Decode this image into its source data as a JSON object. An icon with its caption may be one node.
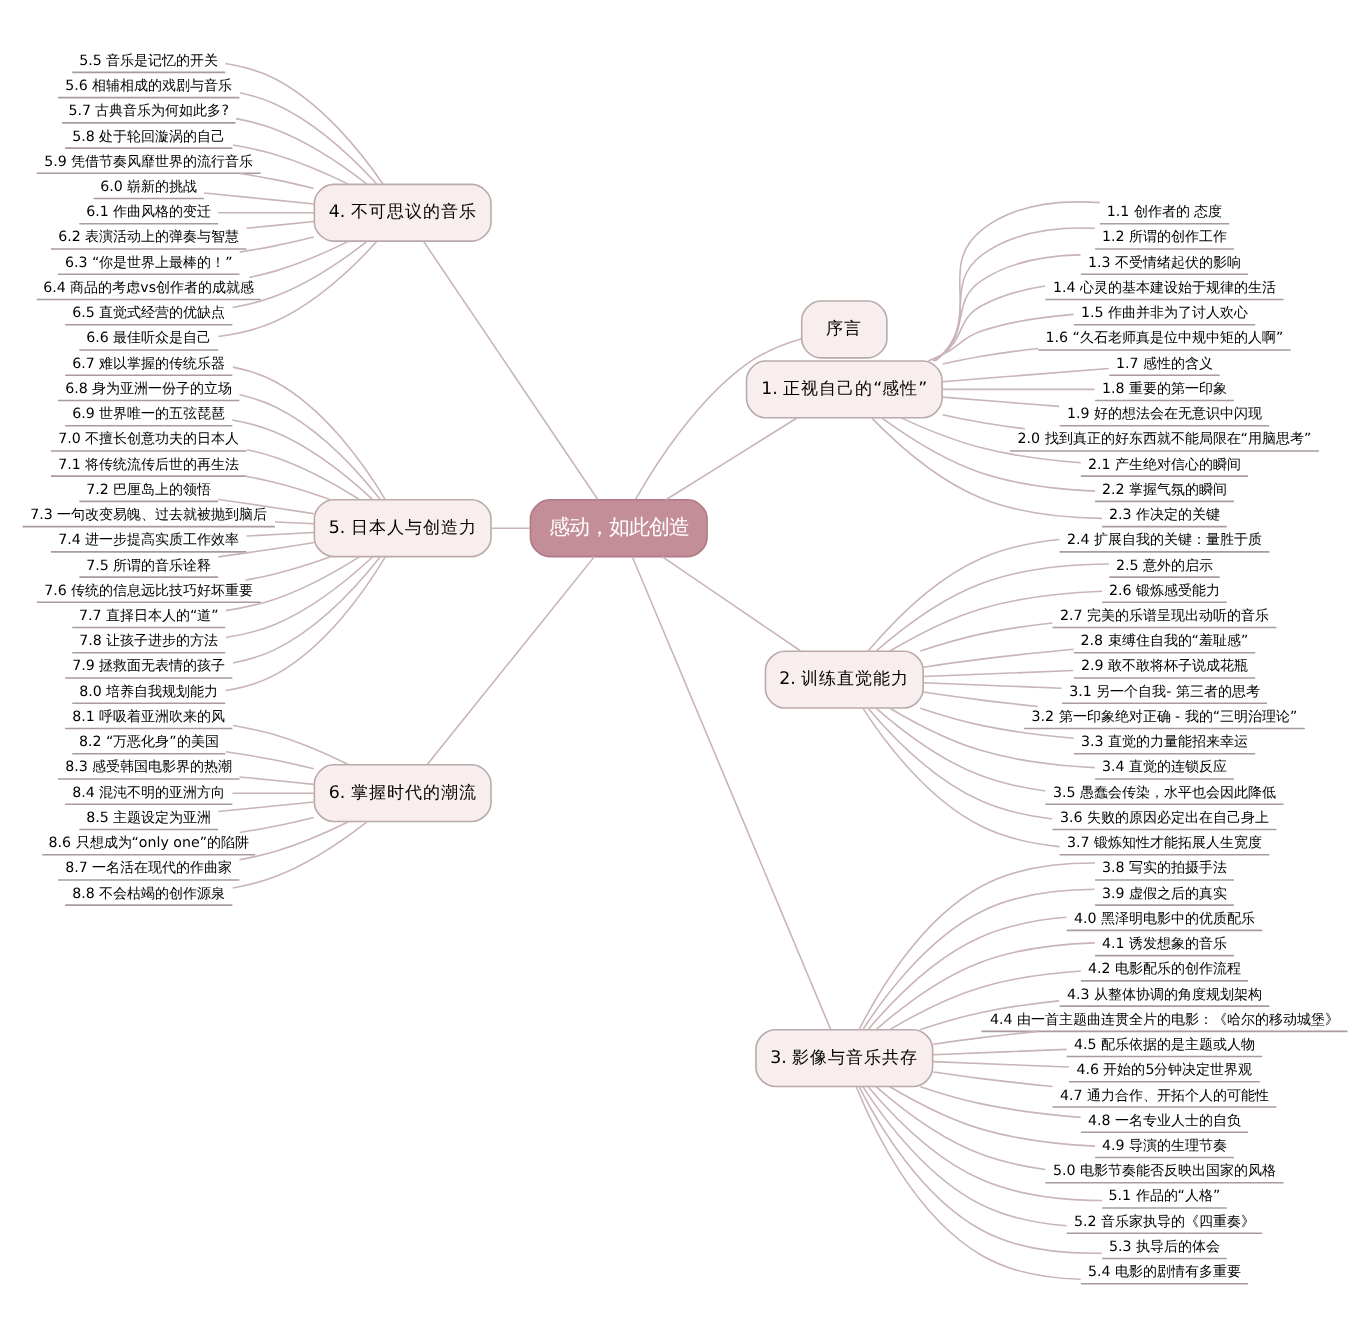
{
  "diagram": {
    "nodes": [
      {
        "text": [
          "感动，如此创造"
        ]
      },
      {
        "text": [
          "序言"
        ]
      },
      {
        "text": [
          "1. 正视自己的“感性”"
        ]
      },
      {
        "text": [
          "1.1 创作者的 态度"
        ]
      },
      {
        "text": [
          "1.2 所谓的创作工作"
        ]
      },
      {
        "text": [
          "1.3 不受情绪起伏的影响"
        ]
      },
      {
        "text": [
          "1.4 心灵的基本建设始于规律的生活"
        ]
      },
      {
        "text": [
          "1.5 作曲并非为了讨人欢心"
        ]
      },
      {
        "text": [
          "1.6 “久石老师真是位中规中矩的人啊”"
        ]
      },
      {
        "text": [
          "1.7 感性的含义"
        ]
      },
      {
        "text": [
          "1.8 重要的第一印象"
        ]
      },
      {
        "text": [
          "1.9 好的想法会在无意识中闪现"
        ]
      },
      {
        "text": [
          "2.0 找到真正的好东西就不能局限在“用脑思考”"
        ]
      },
      {
        "text": [
          "2.1 产生绝对信心的瞬间"
        ]
      },
      {
        "text": [
          "2.2 掌握气氛的瞬间"
        ]
      },
      {
        "text": [
          "2.3 作决定的关键"
        ]
      },
      {
        "text": [
          "2. 训练直觉能力"
        ]
      },
      {
        "text": [
          "2.4 扩展自我的关键：量胜于质"
        ]
      },
      {
        "text": [
          "2.5 意外的启示"
        ]
      },
      {
        "text": [
          "2.6 锻炼感受能力"
        ]
      },
      {
        "text": [
          "2.7 完美的乐谱呈现出动听的音乐"
        ]
      },
      {
        "text": [
          "2.8 束缚住自我的“羞耻感”"
        ]
      },
      {
        "text": [
          "2.9 敢不敢将杯子说成花瓶"
        ]
      },
      {
        "text": [
          "3.1 另一个自我- 第三者的思考"
        ]
      },
      {
        "text": [
          "3.2 第一印象绝对正确 - 我的“三明治理论”"
        ]
      },
      {
        "text": [
          "3.3 直觉的力量能招来幸运"
        ]
      },
      {
        "text": [
          "3.4 直觉的连锁反应"
        ]
      },
      {
        "text": [
          "3.5 愚蠢会传染，水平也会因此降低"
        ]
      },
      {
        "text": [
          "3.6 失败的原因必定出在自己身上"
        ]
      },
      {
        "text": [
          "3.7 锻炼知性才能拓展人生宽度"
        ]
      },
      {
        "text": [
          "3. 影像与音乐共存"
        ]
      },
      {
        "text": [
          "3.8 写实的拍摄手法"
        ]
      },
      {
        "text": [
          "3.9 虚假之后的真实"
        ]
      },
      {
        "text": [
          "4.0 黑泽明电影中的优质配乐"
        ]
      },
      {
        "text": [
          "4.1 诱发想象的音乐"
        ]
      },
      {
        "text": [
          "4.2 电影配乐的创作流程"
        ]
      },
      {
        "text": [
          "4.3 从整体协调的角度规划架构"
        ]
      },
      {
        "text": [
          "4.4 由一首主题曲连贯全片的电影：《哈尔的移动城堡》"
        ]
      },
      {
        "text": [
          "4.5 配乐依据的是主题或人物"
        ]
      },
      {
        "text": [
          "4.6 开始的5分钟决定世界观"
        ]
      },
      {
        "text": [
          "4.7 通力合作、开拓个人的可能性"
        ]
      },
      {
        "text": [
          "4.8 一名专业人士的自负"
        ]
      },
      {
        "text": [
          "4.9 导演的生理节奏"
        ]
      },
      {
        "text": [
          "5.0 电影节奏能否反映出国家的风格"
        ]
      },
      {
        "text": [
          "5.1 作品的“人格”"
        ]
      },
      {
        "text": [
          "5.2 音乐家执导的《四重奏》"
        ]
      },
      {
        "text": [
          "5.3 执导后的体会"
        ]
      },
      {
        "text": [
          "5.4 电影的剧情有多重要"
        ]
      },
      {
        "text": [
          "4. 不可思议的音乐"
        ]
      },
      {
        "text": [
          "5.5 音乐是记忆的开关"
        ]
      },
      {
        "text": [
          "5.6 相辅相成的戏剧与音乐"
        ]
      },
      {
        "text": [
          "5.7 古典音乐为何如此多?"
        ]
      },
      {
        "text": [
          "5.8 处于轮回漩涡的自己"
        ]
      },
      {
        "text": [
          "5.9 凭借节奏风靡世界的流行音乐"
        ]
      },
      {
        "text": [
          "6.0 崭新的挑战"
        ]
      },
      {
        "text": [
          "6.1 作曲风格的变迁"
        ]
      },
      {
        "text": [
          "6.2 表演活动上的弹奏与智慧"
        ]
      },
      {
        "text": [
          "6.3 “你是世界上最棒的！”"
        ]
      },
      {
        "text": [
          "6.4 商品的考虑vs创作者的成就感"
        ]
      },
      {
        "text": [
          "6.5 直觉式经营的优缺点"
        ]
      },
      {
        "text": [
          "6.6 最佳听众是自己"
        ]
      },
      {
        "text": [
          "5. 日本人与创造力"
        ]
      },
      {
        "text": [
          "6.7 难以掌握的传统乐器"
        ]
      },
      {
        "text": [
          "6.8 身为亚洲一份子的立场"
        ]
      },
      {
        "text": [
          "6.9 世界唯一的五弦琵琶"
        ]
      },
      {
        "text": [
          "7.0 不擅长创意功夫的日本人"
        ]
      },
      {
        "text": [
          "7.1 将传统流传后世的再生法"
        ]
      },
      {
        "text": [
          "7.2 巴厘岛上的领悟"
        ]
      },
      {
        "text": [
          "7.3 一句改变易魄、过去就被抛到脑后"
        ]
      },
      {
        "text": [
          "7.4 进一步提高实质工作效率"
        ]
      },
      {
        "text": [
          "7.5 所谓的音乐诠释"
        ]
      },
      {
        "text": [
          "7.6 传统的信息远比技巧好坏重要"
        ]
      },
      {
        "text": [
          "7.7 直择日本人的“道”"
        ]
      },
      {
        "text": [
          "7.8 让孩子进步的方法"
        ]
      },
      {
        "text": [
          "7.9 拯救面无表情的孩子"
        ]
      },
      {
        "text": [
          "8.0 培养自我规划能力"
        ]
      },
      {
        "text": [
          "6. 掌握时代的潮流"
        ]
      },
      {
        "text": [
          "8.1 呼吸着亚洲吹来的风"
        ]
      },
      {
        "text": [
          "8.2 “万恶化身”的美国"
        ]
      },
      {
        "text": [
          "8.3 感受韩国电影界的热潮"
        ]
      },
      {
        "text": [
          "8.4 混沌不明的亚洲方向"
        ]
      },
      {
        "text": [
          "8.5 主题设定为亚洲"
        ]
      },
      {
        "text": [
          "8.6 只想成为“only one”的陷阱"
        ]
      },
      {
        "text": [
          "8.7 一名活在现代的作曲家"
        ]
      },
      {
        "text": [
          "8.8 不会枯竭的创作源泉"
        ]
      }
    ],
    "edges": [
      {
        "from": 0,
        "to": 1,
        "arrow": "none"
      },
      {
        "from": 0,
        "to": 2,
        "arrow": "none"
      },
      {
        "from": 2,
        "to": 3,
        "arrow": "none"
      },
      {
        "from": 2,
        "to": 4,
        "arrow": "none"
      },
      {
        "from": 2,
        "to": 5,
        "arrow": "none"
      },
      {
        "from": 2,
        "to": 6,
        "arrow": "none"
      },
      {
        "from": 2,
        "to": 7,
        "arrow": "none"
      },
      {
        "from": 2,
        "to": 8,
        "arrow": "none"
      },
      {
        "from": 2,
        "to": 9,
        "arrow": "none"
      },
      {
        "from": 2,
        "to": 10,
        "arrow": "none"
      },
      {
        "from": 2,
        "to": 11,
        "arrow": "none"
      },
      {
        "from": 2,
        "to": 12,
        "arrow": "none"
      },
      {
        "from": 2,
        "to": 13,
        "arrow": "none"
      },
      {
        "from": 2,
        "to": 14,
        "arrow": "none"
      },
      {
        "from": 2,
        "to": 15,
        "arrow": "none"
      },
      {
        "from": 0,
        "to": 16,
        "arrow": "none"
      },
      {
        "from": 16,
        "to": 17,
        "arrow": "none"
      },
      {
        "from": 16,
        "to": 18,
        "arrow": "none"
      },
      {
        "from": 16,
        "to": 19,
        "arrow": "none"
      },
      {
        "from": 16,
        "to": 20,
        "arrow": "none"
      },
      {
        "from": 16,
        "to": 21,
        "arrow": "none"
      },
      {
        "from": 16,
        "to": 22,
        "arrow": "none"
      },
      {
        "from": 16,
        "to": 23,
        "arrow": "none"
      },
      {
        "from": 16,
        "to": 24,
        "arrow": "none"
      },
      {
        "from": 16,
        "to": 25,
        "arrow": "none"
      },
      {
        "from": 16,
        "to": 26,
        "arrow": "none"
      },
      {
        "from": 16,
        "to": 27,
        "arrow": "none"
      },
      {
        "from": 16,
        "to": 28,
        "arrow": "none"
      },
      {
        "from": 16,
        "to": 29,
        "arrow": "none"
      },
      {
        "from": 0,
        "to": 30,
        "arrow": "none"
      },
      {
        "from": 30,
        "to": 31,
        "arrow": "none"
      },
      {
        "from": 30,
        "to": 32,
        "arrow": "none"
      },
      {
        "from": 30,
        "to": 33,
        "arrow": "none"
      },
      {
        "from": 30,
        "to": 34,
        "arrow": "none"
      },
      {
        "from": 30,
        "to": 35,
        "arrow": "none"
      },
      {
        "from": 30,
        "to": 36,
        "arrow": "none"
      },
      {
        "from": 30,
        "to": 37,
        "arrow": "none"
      },
      {
        "from": 30,
        "to": 38,
        "arrow": "none"
      },
      {
        "from": 30,
        "to": 39,
        "arrow": "none"
      },
      {
        "from": 30,
        "to": 40,
        "arrow": "none"
      },
      {
        "from": 30,
        "to": 41,
        "arrow": "none"
      },
      {
        "from": 30,
        "to": 42,
        "arrow": "none"
      },
      {
        "from": 30,
        "to": 43,
        "arrow": "none"
      },
      {
        "from": 30,
        "to": 44,
        "arrow": "none"
      },
      {
        "from": 30,
        "to": 45,
        "arrow": "none"
      },
      {
        "from": 30,
        "to": 46,
        "arrow": "none"
      },
      {
        "from": 30,
        "to": 47,
        "arrow": "none"
      },
      {
        "from": 48,
        "to": 0,
        "arrow": "none"
      },
      {
        "from": 49,
        "to": 48,
        "arrow": "none"
      },
      {
        "from": 50,
        "to": 48,
        "arrow": "none"
      },
      {
        "from": 51,
        "to": 48,
        "arrow": "none"
      },
      {
        "from": 52,
        "to": 48,
        "arrow": "none"
      },
      {
        "from": 53,
        "to": 48,
        "arrow": "none"
      },
      {
        "from": 54,
        "to": 48,
        "arrow": "none"
      },
      {
        "from": 55,
        "to": 48,
        "arrow": "none"
      },
      {
        "from": 56,
        "to": 48,
        "arrow": "none"
      },
      {
        "from": 57,
        "to": 48,
        "arrow": "none"
      },
      {
        "from": 58,
        "to": 48,
        "arrow": "none"
      },
      {
        "from": 59,
        "to": 48,
        "arrow": "none"
      },
      {
        "from": 60,
        "to": 48,
        "arrow": "none"
      },
      {
        "from": 61,
        "to": 0,
        "arrow": "none"
      },
      {
        "from": 62,
        "to": 61,
        "arrow": "none"
      },
      {
        "from": 63,
        "to": 61,
        "arrow": "none"
      },
      {
        "from": 64,
        "to": 61,
        "arrow": "none"
      },
      {
        "from": 65,
        "to": 61,
        "arrow": "none"
      },
      {
        "from": 66,
        "to": 61,
        "arrow": "none"
      },
      {
        "from": 67,
        "to": 61,
        "arrow": "none"
      },
      {
        "from": 68,
        "to": 61,
        "arrow": "none"
      },
      {
        "from": 69,
        "to": 61,
        "arrow": "none"
      },
      {
        "from": 70,
        "to": 61,
        "arrow": "none"
      },
      {
        "from": 71,
        "to": 61,
        "arrow": "none"
      },
      {
        "from": 72,
        "to": 61,
        "arrow": "none"
      },
      {
        "from": 73,
        "to": 61,
        "arrow": "none"
      },
      {
        "from": 74,
        "to": 61,
        "arrow": "none"
      },
      {
        "from": 75,
        "to": 61,
        "arrow": "none"
      },
      {
        "from": 76,
        "to": 0,
        "arrow": "none"
      },
      {
        "from": 77,
        "to": 76,
        "arrow": "none"
      },
      {
        "from": 78,
        "to": 76,
        "arrow": "none"
      },
      {
        "from": 79,
        "to": 76,
        "arrow": "none"
      },
      {
        "from": 80,
        "to": 76,
        "arrow": "none"
      },
      {
        "from": 81,
        "to": 76,
        "arrow": "none"
      },
      {
        "from": 82,
        "to": 76,
        "arrow": "none"
      },
      {
        "from": 83,
        "to": 76,
        "arrow": "none"
      },
      {
        "from": 84,
        "to": 76,
        "arrow": "none"
      }
    ]
  }
}
